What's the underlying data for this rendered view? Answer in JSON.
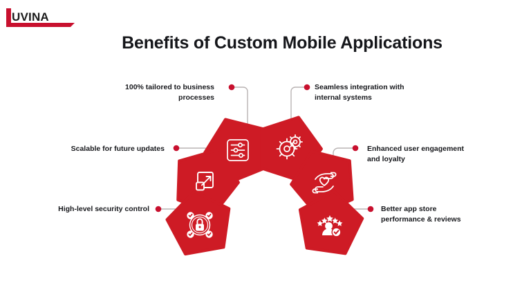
{
  "brand": {
    "name": "LUVINA",
    "logo_icon": "luvina-logo",
    "color": "#C8102E",
    "dark": "#1b1b1b"
  },
  "title": "Benefits of Custom Mobile Applications",
  "theme": {
    "pentagon_fill": "#CE1B25",
    "pentagon_fill_dark": "#B8151F",
    "icon_stroke": "#FFFFFF",
    "connector_line": "#B9B3B3",
    "connector_dot": "#C8102E",
    "text": "#17181C",
    "background": "#FFFFFF"
  },
  "benefits": [
    {
      "id": "tailored",
      "label": "100% tailored to business\nprocesses",
      "icon": "sliders-icon",
      "align": "right"
    },
    {
      "id": "seamless",
      "label": "Seamless integration with\ninternal systems",
      "icon": "gears-icon",
      "align": "left"
    },
    {
      "id": "scalable",
      "label": "Scalable for future updates",
      "icon": "expand-arrow-icon",
      "align": "right"
    },
    {
      "id": "enhanced",
      "label": "Enhanced user engagement\nand loyalty",
      "icon": "hands-heart-icon",
      "align": "left"
    },
    {
      "id": "security",
      "label": "High-level security control",
      "icon": "shield-lock-icon",
      "align": "right"
    },
    {
      "id": "reviews",
      "label": "Better app store\nperformance & reviews",
      "icon": "user-stars-rating-icon",
      "align": "left"
    }
  ]
}
